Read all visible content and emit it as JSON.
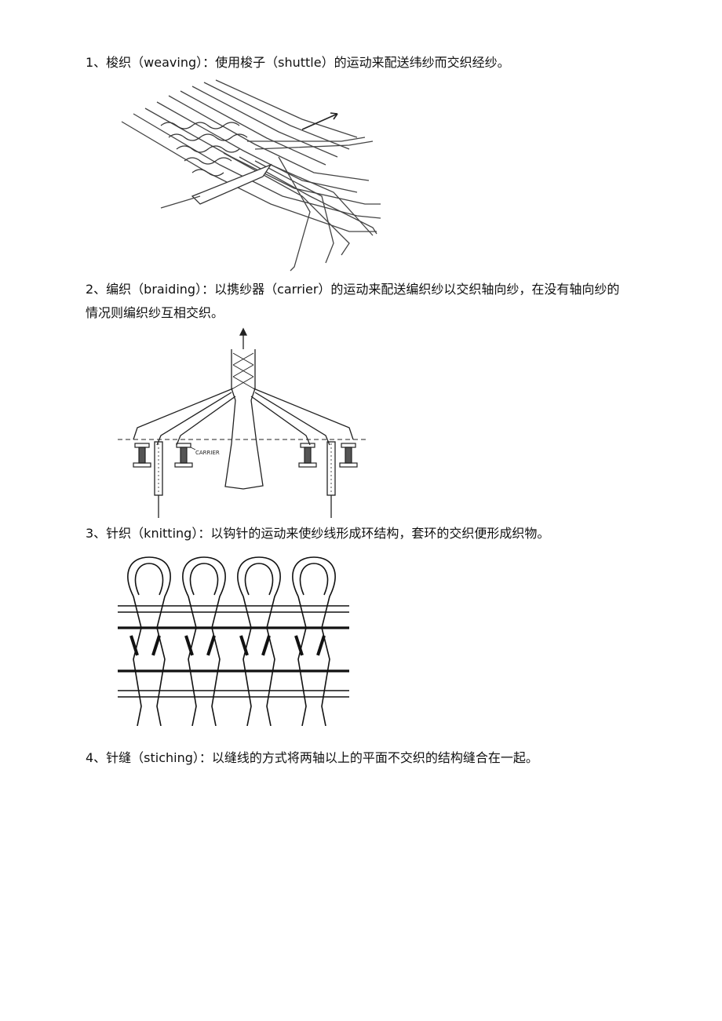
{
  "sections": [
    {
      "line1": "1、梭织（weaving）：使用梭子（shuttle）的运动来配送纬纱而交织经纱。"
    },
    {
      "line1": "2、编织（braiding）：以携纱器（carrier）的运动来配送编织纱以交织轴向纱，在没有轴向纱的",
      "line2": "情况则编织纱互相交织。",
      "figure_label": "CARRIER"
    },
    {
      "line1": "3、针织（knitting）：以钩针的运动来使纱线形成环结构，套环的交织便形成织物。"
    },
    {
      "line1": "4、针缝（stiching）：以缝线的方式将两轴以上的平面不交织的结构缝合在一起。"
    }
  ]
}
